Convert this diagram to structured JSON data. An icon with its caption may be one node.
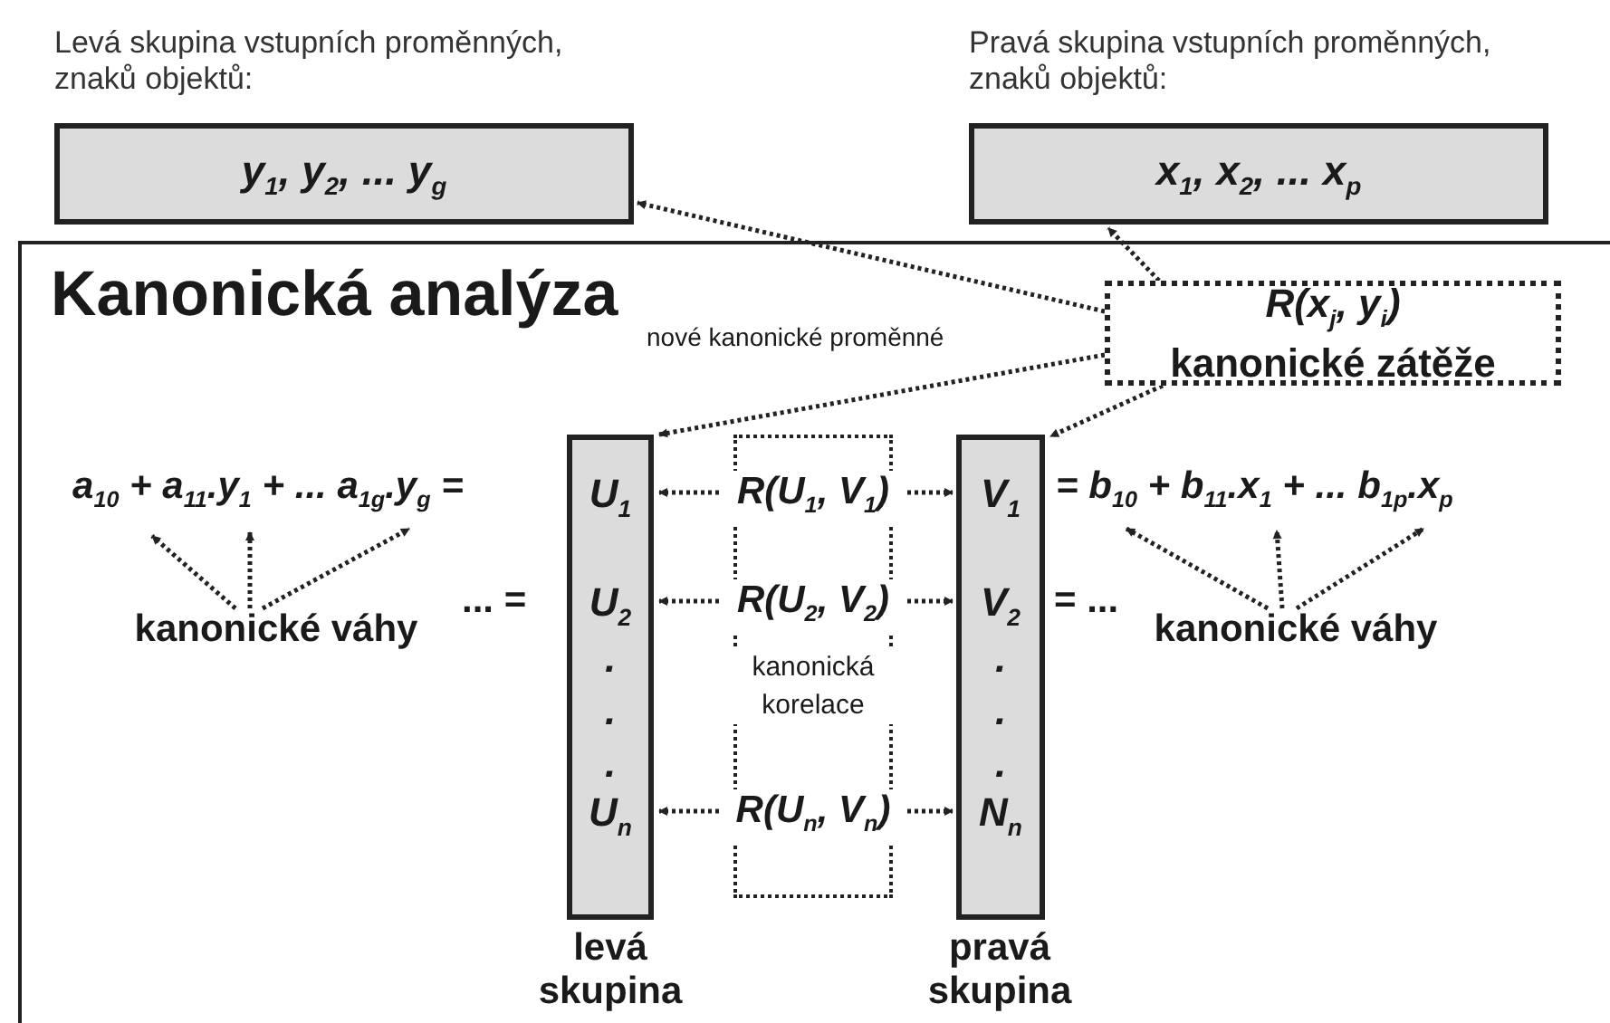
{
  "diagram": {
    "nodes": [
      {
        "text": [
          "Levá skupina vstupních proměnných, znaků objektů:",
          "y$_{1}$, y$_{2}$, ... y$_{g}$"
        ]
      },
      {
        "text": [
          "Pravá skupina vstupních proměnných, znaků objektů:",
          "x$_{1}$, x$_{2}$, ... x$_{p}$"
        ]
      },
      {
        "text": [
          "Kanonická analýza"
        ]
      },
      {
        "text": [
          "R(x$_{j}$, y$_{i}$)",
          "kanonické zátěže"
        ],
        "in": 2
      },
      {
        "text": [
          "U$_{1}$",
          "U$_{2}$",
          ".",
          ".",
          ".",
          "U$_{n}$"
        ],
        "beside": [
          "levá skupina"
        ],
        "in": 2
      },
      {
        "text": [
          "R(U$_{1}$, V$_{1}$)",
          "R(U$_{2}$, V$_{2}$)",
          "kanonická korelace",
          "R(U$_{n}$, V$_{n}$)"
        ],
        "in": 2
      },
      {
        "text": [
          "V$_{1}$",
          "V$_{2}$",
          ".",
          ".",
          ".",
          "N$_{n}$"
        ],
        "beside": [
          "pravá skupina"
        ],
        "in": 2
      },
      {
        "text": [
          "a$_{10}$ + a$_{11}$.y$_{1}$ + ... a$_{1g}$.y$_{g}$ ="
        ],
        "in": 2
      },
      {
        "text": [
          "kanonické váhy"
        ],
        "in": 2
      },
      {
        "text": [
          "= b$_{10}$ + b$_{11}$.x$_{1}$ + ... b$_{1p}$.x$_{p}$"
        ],
        "in": 2
      },
      {
        "text": [
          "kanonické váhy"
        ],
        "in": 2
      }
    ],
    "edges": [
      {
        "from": 3,
        "to": 0,
        "arrow": "to"
      },
      {
        "from": 3,
        "to": 1,
        "arrow": "to"
      },
      {
        "from": 3,
        "to": 4,
        "arrow": "to"
      },
      {
        "from": 3,
        "to": 6,
        "arrow": "to"
      },
      {
        "from": 5,
        "to": 4,
        "arrow": "to"
      },
      {
        "from": 5,
        "to": 4,
        "arrow": "to"
      },
      {
        "from": 5,
        "to": 4,
        "arrow": "to"
      },
      {
        "from": 5,
        "to": 6,
        "arrow": "to"
      },
      {
        "from": 5,
        "to": 6,
        "arrow": "to"
      },
      {
        "from": 5,
        "to": 6,
        "arrow": "to"
      },
      {
        "from": 8,
        "to": 7,
        "arrow": "to"
      },
      {
        "from": 8,
        "to": 7,
        "arrow": "to"
      },
      {
        "from": 8,
        "to": 7,
        "arrow": "to"
      },
      {
        "from": 10,
        "to": 9,
        "arrow": "to"
      },
      {
        "from": 10,
        "to": 9,
        "arrow": "to"
      },
      {
        "from": 10,
        "to": 9,
        "arrow": "to"
      }
    ],
    "labels": [
      "nové kanonické proměnné",
      "... =",
      "= ..."
    ]
  }
}
